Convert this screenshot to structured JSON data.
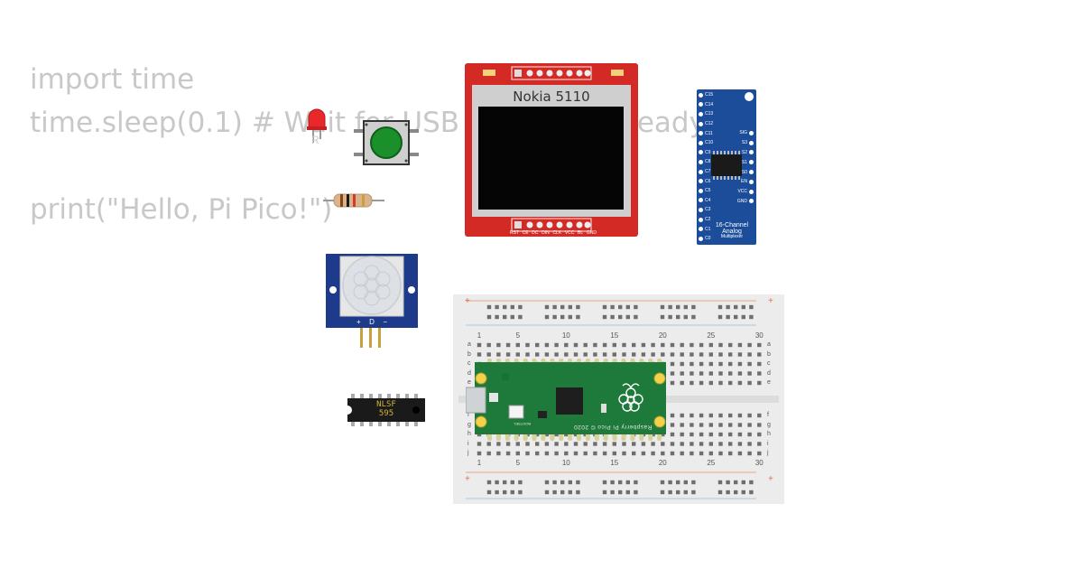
{
  "code": {
    "lines": [
      "import time",
      "time.sleep(0.1) # Wait for USB to become ready",
      "",
      "print(\"Hello, Pi Pico!\")"
    ]
  },
  "led": {
    "label": "R",
    "color": "#e8282b"
  },
  "pushbutton": {
    "color": "#1a8f2a"
  },
  "resistor": {
    "bands": [
      "#8b4513",
      "#1a1a1a",
      "#d23a2a",
      "#c9a13a"
    ]
  },
  "nokia": {
    "title": "Nokia 5110",
    "pins": [
      "RST",
      "CE",
      "DC",
      "DIN",
      "CLK",
      "VCC",
      "BL",
      "GND"
    ],
    "board_color": "#d42a25"
  },
  "mux": {
    "left_pins": [
      "C15",
      "C14",
      "C13",
      "C12",
      "C11",
      "C10",
      "C9",
      "C8",
      "C7",
      "C6",
      "C5",
      "C4",
      "C3",
      "C2",
      "C1",
      "C0"
    ],
    "right_pins": [
      "SIG",
      "S3",
      "S2",
      "S1",
      "S0",
      "EN",
      "VCC",
      "GND"
    ],
    "title_line1": "16-Channel",
    "title_line2": "Analog",
    "title_line3": "Multiplexer",
    "board_color": "#1b4d9a"
  },
  "pir": {
    "pin_labels": [
      "+",
      "D",
      "−"
    ],
    "board_color": "#1e3a8a"
  },
  "shift_register": {
    "label1": "NLSF",
    "label2": "595"
  },
  "breadboard": {
    "column_numbers": [
      "1",
      "5",
      "10",
      "15",
      "20",
      "25",
      "30"
    ],
    "row_letters_top": [
      "a",
      "b",
      "c",
      "d",
      "e"
    ],
    "row_letters_bottom": [
      "f",
      "g",
      "h",
      "i",
      "j"
    ]
  },
  "pico": {
    "brand_text": "Raspberry Pi Pico © 2020",
    "bootsel_label": "BOOTSEL",
    "board_color": "#1d7a3b"
  }
}
